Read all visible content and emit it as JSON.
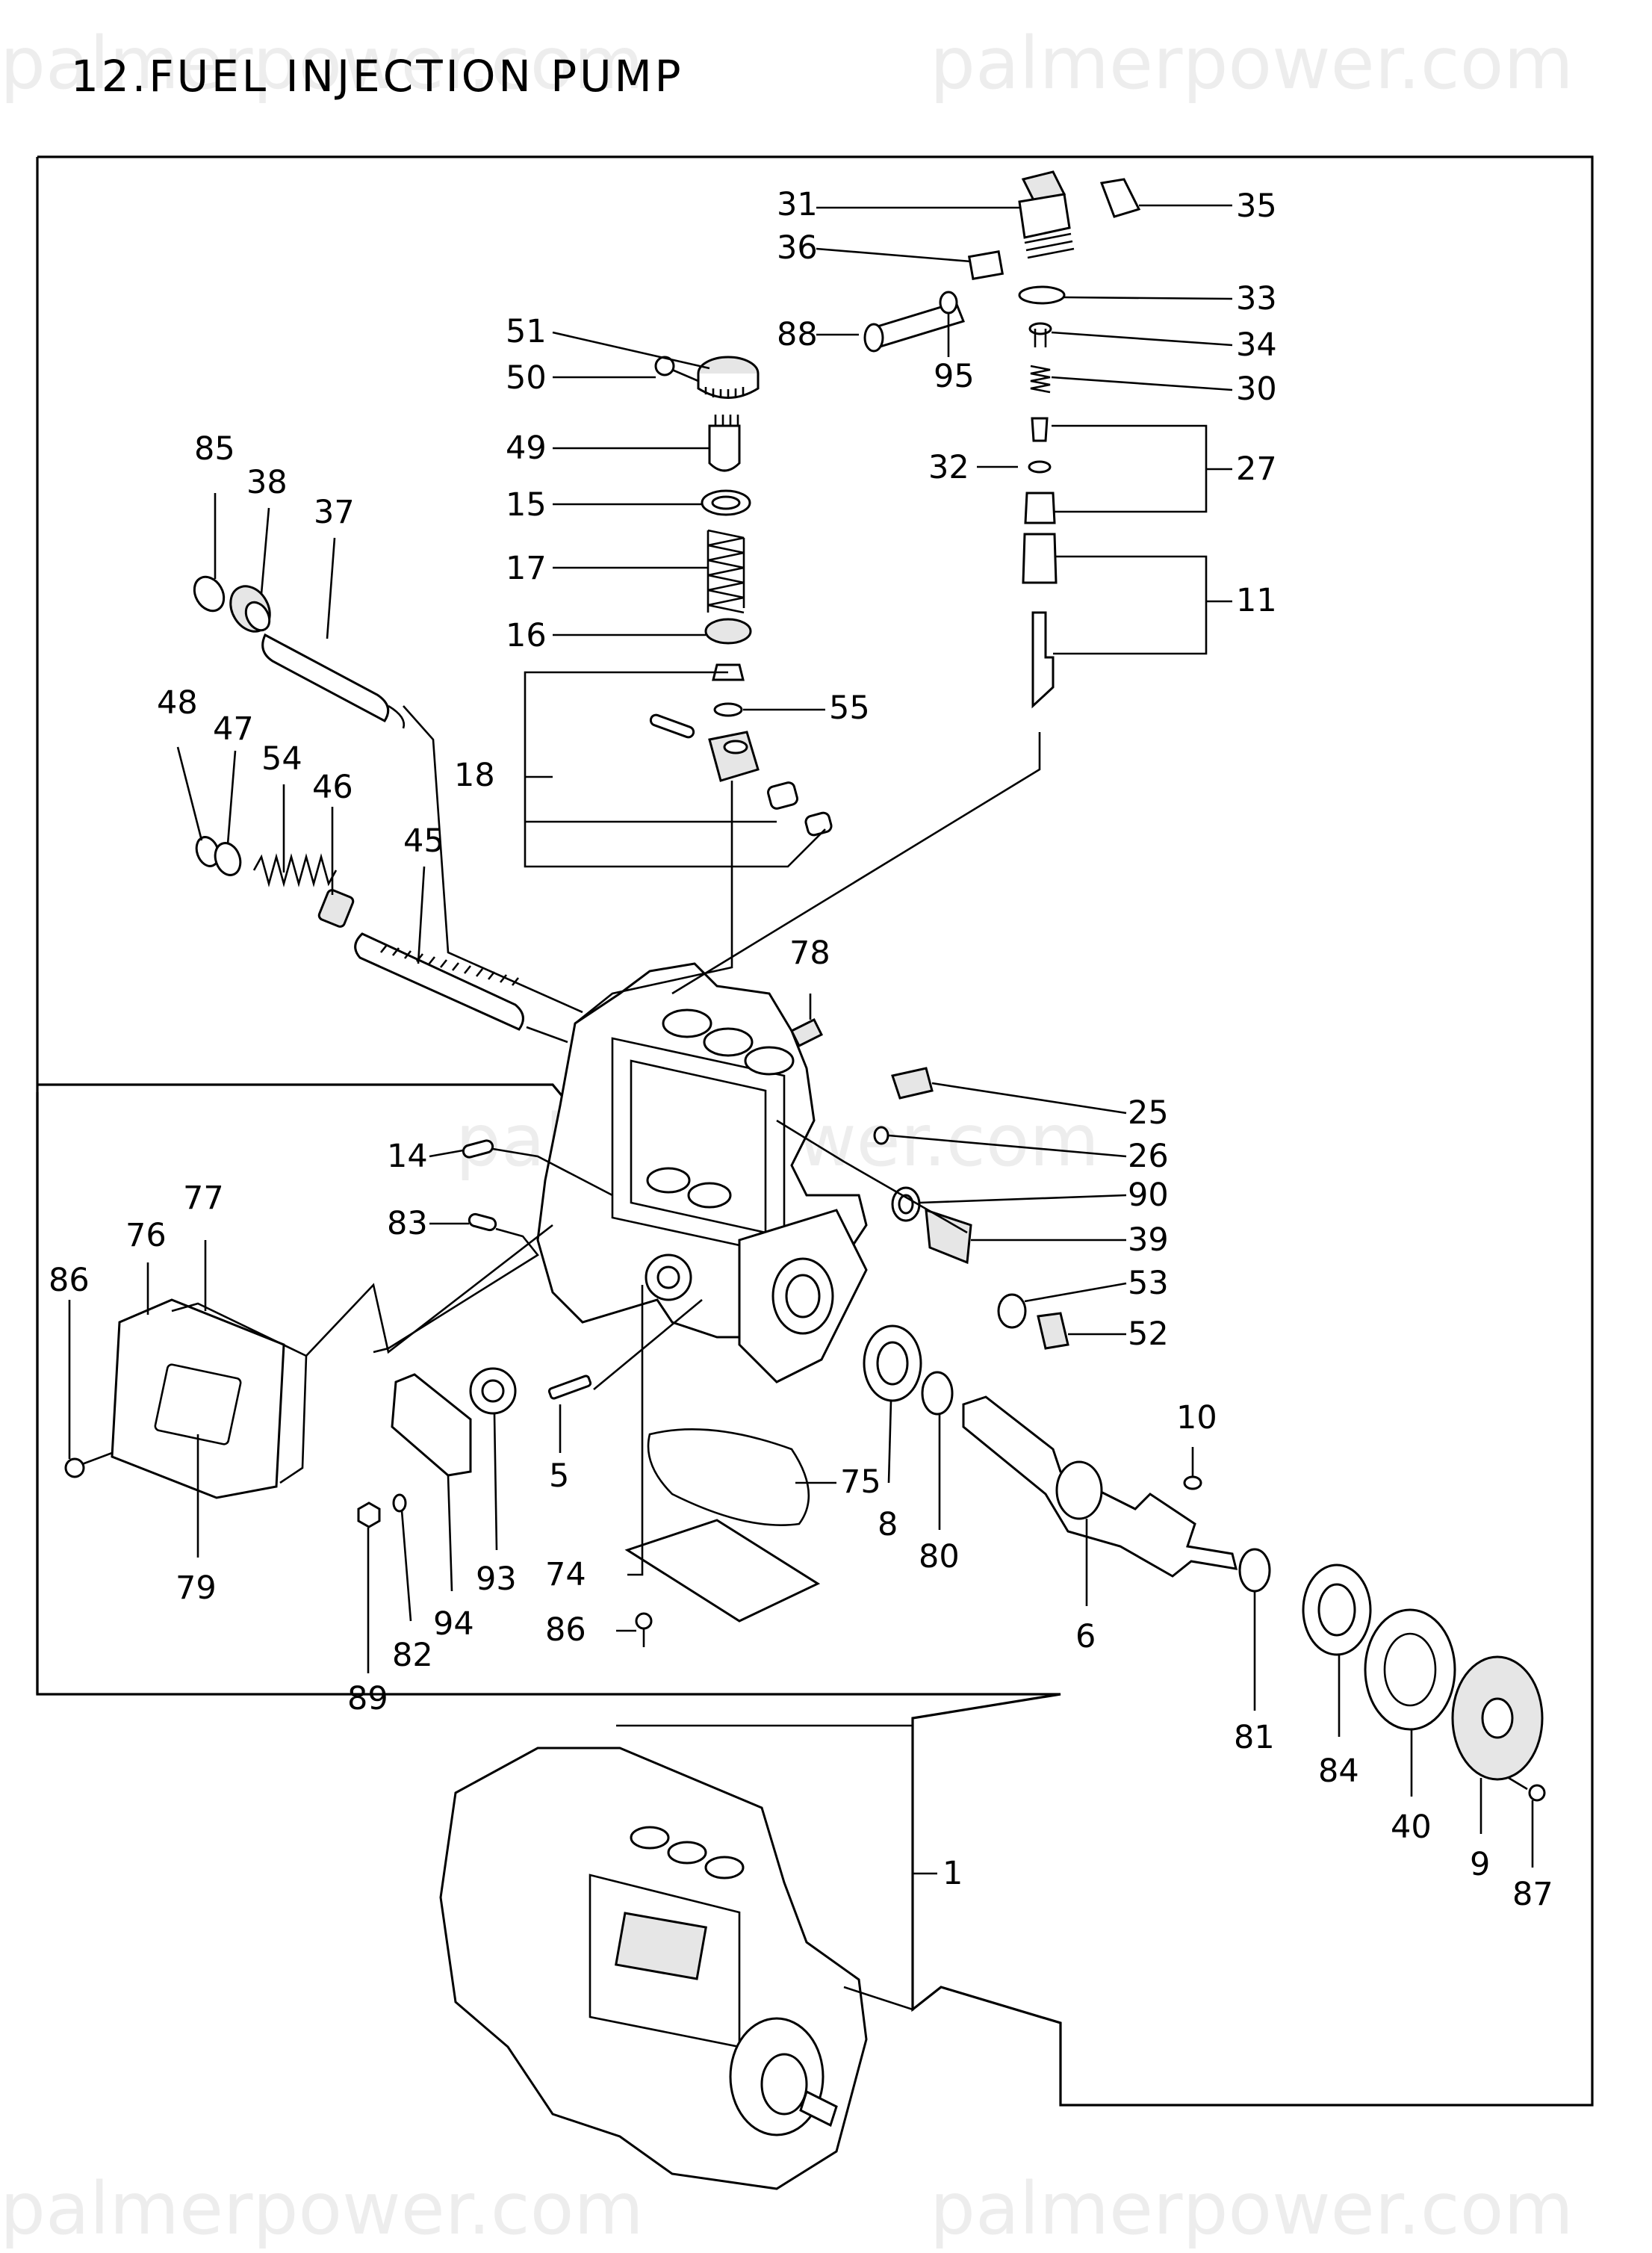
{
  "title": "12.FUEL INJECTION PUMP",
  "watermark": "palmerpower.com",
  "labels": {
    "p1": "1",
    "p5": "5",
    "p6": "6",
    "p8": "8",
    "p9": "9",
    "p10": "10",
    "p11": "11",
    "p14": "14",
    "p15": "15",
    "p16": "16",
    "p17": "17",
    "p18": "18",
    "p25": "25",
    "p26": "26",
    "p27": "27",
    "p30": "30",
    "p31": "31",
    "p32": "32",
    "p33": "33",
    "p34": "34",
    "p35": "35",
    "p36": "36",
    "p37": "37",
    "p38": "38",
    "p39": "39",
    "p40": "40",
    "p45": "45",
    "p46": "46",
    "p47": "47",
    "p48": "48",
    "p49": "49",
    "p50": "50",
    "p51": "51",
    "p52": "52",
    "p53": "53",
    "p54": "54",
    "p55": "55",
    "p74": "74",
    "p75": "75",
    "p76": "76",
    "p77": "77",
    "p78": "78",
    "p79": "79",
    "p80": "80",
    "p81": "81",
    "p82": "82",
    "p83": "83",
    "p84": "84",
    "p85": "85",
    "p86a": "86",
    "p86b": "86",
    "p87": "87",
    "p88": "88",
    "p89": "89",
    "p90": "90",
    "p93": "93",
    "p94": "94",
    "p95": "95"
  }
}
